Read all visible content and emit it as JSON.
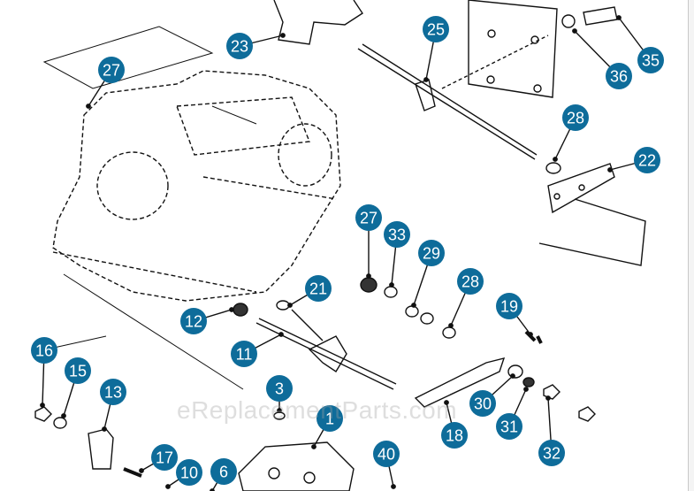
{
  "watermark": "eReplacementParts.com",
  "colors": {
    "callout": "#0e6c9a",
    "callout_text": "#ffffff",
    "line": "#111111"
  },
  "callouts": [
    "23",
    "25",
    "27",
    "35",
    "36",
    "28",
    "22",
    "27",
    "33",
    "29",
    "28",
    "21",
    "19",
    "12",
    "11",
    "16",
    "15",
    "13",
    "3",
    "30",
    "1",
    "31",
    "18",
    "32",
    "40",
    "17",
    "10",
    "6"
  ]
}
